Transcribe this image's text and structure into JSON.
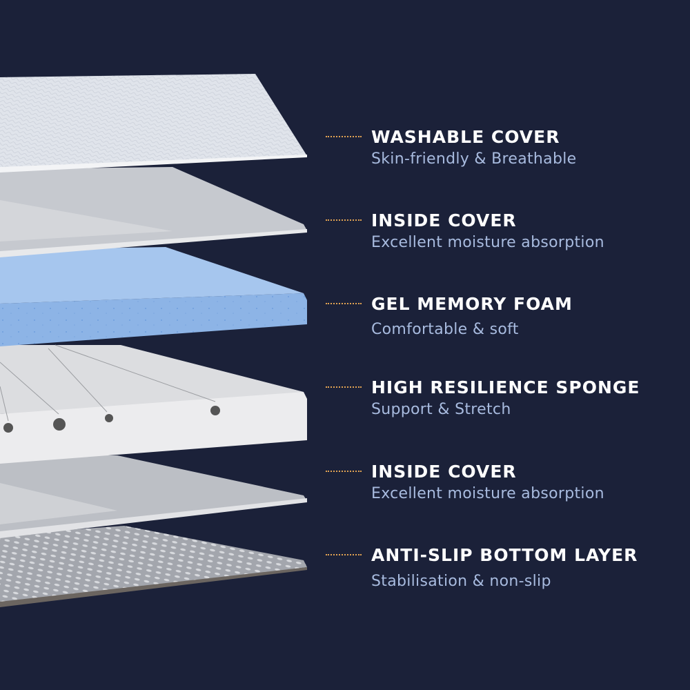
{
  "layers": [
    {
      "title": "WASHABLE COVER",
      "subtitle": "Skin-friendly & Breathable"
    },
    {
      "title": "INSIDE COVER",
      "subtitle": "Excellent moisture absorption"
    },
    {
      "title": "GEL MEMORY FOAM",
      "subtitle": "Comfortable & soft"
    },
    {
      "title": "HIGH RESILIENCE SPONGE",
      "subtitle": "Support & Stretch"
    },
    {
      "title": "INSIDE COVER",
      "subtitle": "Excellent moisture absorption"
    },
    {
      "title": "ANTI-SLIP BOTTOM LAYER",
      "subtitle": "Stabilisation & non-slip"
    }
  ],
  "colors": {
    "background": "#1b2139",
    "accent_dots": "#e3a453",
    "title": "#ffffff",
    "subtitle": "#a8bbdf",
    "gel_foam": "#8fb5e6"
  }
}
